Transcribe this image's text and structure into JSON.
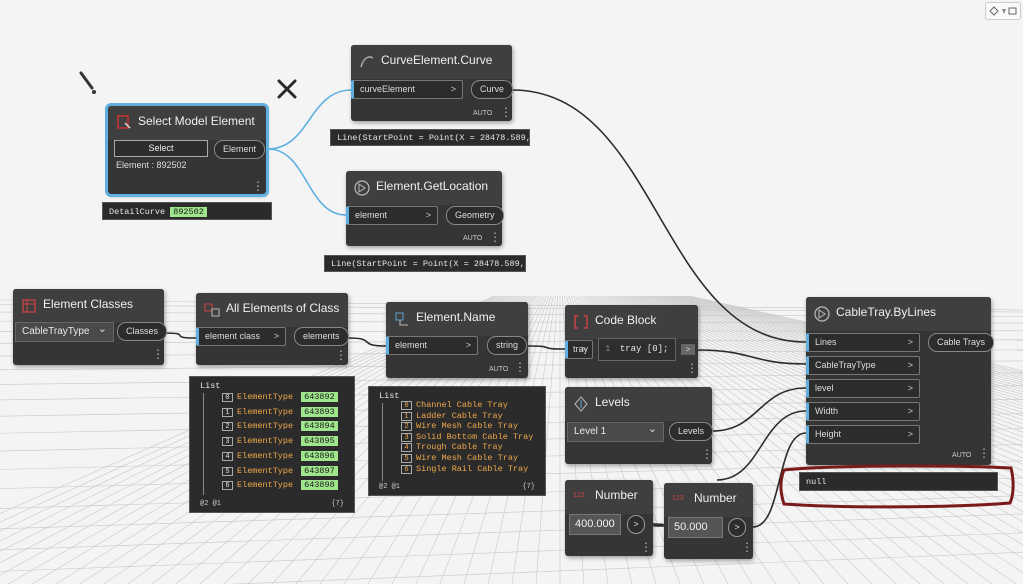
{
  "nodes": {
    "select_model_element": {
      "title": "Select Model Element",
      "select_label": "Select",
      "out_port": "Element",
      "info": "Element : 892502",
      "preview_text": "DetailCurve",
      "preview_value": "892502"
    },
    "curve_element_curve": {
      "title": "CurveElement.Curve",
      "in_port": "curveElement",
      "out_port": "Curve",
      "auto": "AUTO",
      "preview": "Line(StartPoint = Point(X = 28478.589,"
    },
    "element_get_location": {
      "title": "Element.GetLocation",
      "in_port": "element",
      "out_port": "Geometry",
      "auto": "AUTO",
      "preview": "Line(StartPoint = Point(X = 28478.589,"
    },
    "element_classes": {
      "title": "Element Classes",
      "selected": "CableTrayType",
      "out_port": "Classes"
    },
    "all_elements_of_class": {
      "title": "All Elements of Class",
      "in_port": "element class",
      "out_port": "elements",
      "list_header": "List",
      "items": [
        {
          "index": "0",
          "label": "ElementType",
          "value": "643892"
        },
        {
          "index": "1",
          "label": "ElementType",
          "value": "643893"
        },
        {
          "index": "2",
          "label": "ElementType",
          "value": "643894"
        },
        {
          "index": "3",
          "label": "ElementType",
          "value": "643895"
        },
        {
          "index": "4",
          "label": "ElementType",
          "value": "643896"
        },
        {
          "index": "5",
          "label": "ElementType",
          "value": "643897"
        },
        {
          "index": "6",
          "label": "ElementType",
          "value": "643898"
        }
      ],
      "levels_footer": "@2 @1",
      "count": "{7}"
    },
    "element_name": {
      "title": "Element.Name",
      "in_port": "element",
      "out_port": "string",
      "auto": "AUTO",
      "list_header": "List",
      "items": [
        {
          "index": "0",
          "label": "Channel Cable Tray"
        },
        {
          "index": "1",
          "label": "Ladder Cable Tray"
        },
        {
          "index": "2",
          "label": "Wire Mesh Cable Tray"
        },
        {
          "index": "3",
          "label": "Solid Bottom Cable Tray"
        },
        {
          "index": "4",
          "label": "Trough Cable Tray"
        },
        {
          "index": "5",
          "label": "Wire Mesh Cable Tray"
        },
        {
          "index": "6",
          "label": "Single Rail Cable Tray"
        }
      ],
      "levels_footer": "@2 @1",
      "count": "{7}"
    },
    "code_block": {
      "title": "Code Block",
      "in_port": "tray",
      "line_no": "1",
      "code": "tray [0];",
      "out_port": ">"
    },
    "levels": {
      "title": "Levels",
      "selected": "Level 1",
      "out_port": "Levels"
    },
    "number_1": {
      "title": "Number",
      "value": "400.000",
      "out_port": ">"
    },
    "number_2": {
      "title": "Number",
      "value": "50.000",
      "out_port": ">"
    },
    "cable_tray_by_lines": {
      "title": "CableTray.ByLines",
      "inputs": [
        "Lines",
        "CableTrayType",
        "level",
        "Width",
        "Height"
      ],
      "out_port": "Cable Trays",
      "auto": "AUTO",
      "preview": "null"
    }
  },
  "colors": {
    "wire": "#2b2b2b",
    "selected_wire": "#5fb0e0",
    "port_accent": "#5fb0e0",
    "highlight_value": "#9ee58c",
    "annotation_circle": "#7a1a1a"
  }
}
